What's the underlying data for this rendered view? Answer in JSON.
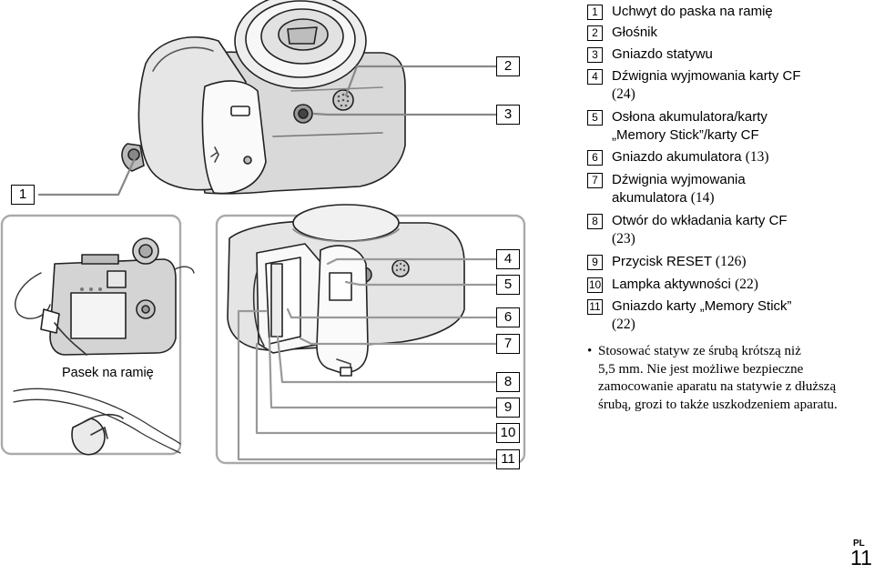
{
  "callouts": [
    "1",
    "2",
    "3",
    "4",
    "5",
    "6",
    "7",
    "8",
    "9",
    "10",
    "11"
  ],
  "strap_label": "Pasek na ramię",
  "legend": [
    {
      "num": "1",
      "lines": [
        [
          {
            "t": "Uchwyt do paska na ramię"
          }
        ]
      ]
    },
    {
      "num": "2",
      "lines": [
        [
          {
            "t": "Głośnik"
          }
        ]
      ]
    },
    {
      "num": "3",
      "lines": [
        [
          {
            "t": "Gniazdo statywu"
          }
        ]
      ]
    },
    {
      "num": "4",
      "lines": [
        [
          {
            "t": "Dźwignia wyjmowania karty CF"
          }
        ],
        [
          {
            "t": "(24)",
            "ref": true
          }
        ]
      ]
    },
    {
      "num": "5",
      "lines": [
        [
          {
            "t": "Osłona akumulatora/karty"
          }
        ],
        [
          {
            "t": "„Memory Stick”/karty CF"
          }
        ]
      ]
    },
    {
      "num": "6",
      "lines": [
        [
          {
            "t": "Gniazdo akumulatora "
          },
          {
            "t": "(13)",
            "ref": true
          }
        ]
      ]
    },
    {
      "num": "7",
      "lines": [
        [
          {
            "t": "Dźwignia wyjmowania"
          }
        ],
        [
          {
            "t": "akumulatora "
          },
          {
            "t": "(14)",
            "ref": true
          }
        ]
      ]
    },
    {
      "num": "8",
      "lines": [
        [
          {
            "t": "Otwór do wkładania karty CF"
          }
        ],
        [
          {
            "t": "(23)",
            "ref": true
          }
        ]
      ]
    },
    {
      "num": "9",
      "lines": [
        [
          {
            "t": "Przycisk RESET "
          },
          {
            "t": "(126)",
            "ref": true
          }
        ]
      ]
    },
    {
      "num": "10",
      "lines": [
        [
          {
            "t": "Lampka aktywności "
          },
          {
            "t": "(22)",
            "ref": true
          }
        ]
      ]
    },
    {
      "num": "11",
      "lines": [
        [
          {
            "t": "Gniazdo karty „Memory Stick”"
          }
        ],
        [
          {
            "t": "(22)",
            "ref": true
          }
        ]
      ]
    }
  ],
  "note": {
    "bullet": "•",
    "lines": [
      "Stosować statyw ze śrubą krótszą niż",
      "5,5 mm. Nie jest możliwe bezpieczne",
      "zamocowanie aparatu na statywie z dłuższą",
      "śrubą, grozi to także uszkodzeniem aparatu."
    ]
  },
  "page": {
    "lang": "PL",
    "number": "11"
  }
}
